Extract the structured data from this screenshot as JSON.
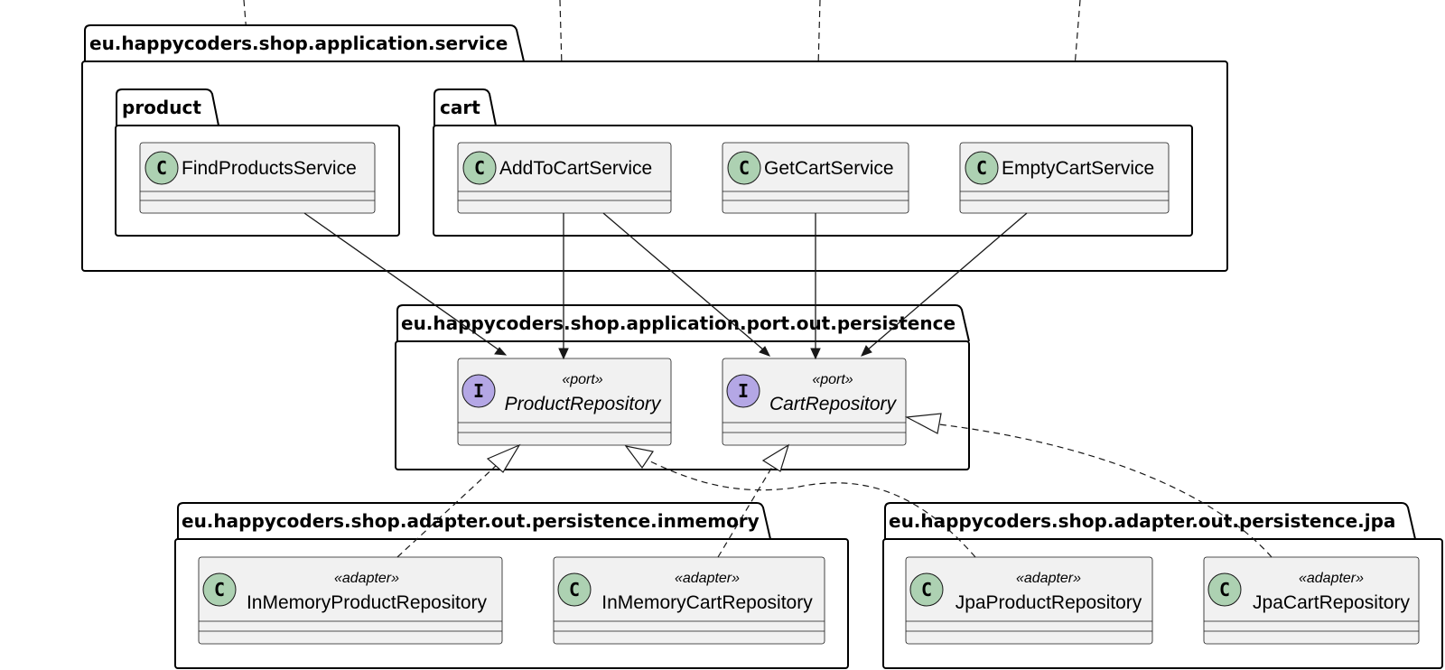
{
  "packages": {
    "service": "eu.happycoders.shop.application.service",
    "product": "product",
    "cart": "cart",
    "port": "eu.happycoders.shop.application.port.out.persistence",
    "inmemory": "eu.happycoders.shop.adapter.out.persistence.inmemory",
    "jpa": "eu.happycoders.shop.adapter.out.persistence.jpa"
  },
  "classes": {
    "find_products": "FindProductsService",
    "add_to_cart": "AddToCartService",
    "get_cart": "GetCartService",
    "empty_cart": "EmptyCartService",
    "product_repo": "ProductRepository",
    "cart_repo": "CartRepository",
    "inmem_product_repo": "InMemoryProductRepository",
    "inmem_cart_repo": "InMemoryCartRepository",
    "jpa_product_repo": "JpaProductRepository",
    "jpa_cart_repo": "JpaCartRepository"
  },
  "stereotypes": {
    "port": "«port»",
    "adapter": "«adapter»"
  },
  "icons": {
    "class_letter": "C",
    "interface_letter": "I"
  },
  "colors": {
    "class_circle": "#add1b2",
    "interface_circle": "#b4a7e5",
    "box_fill": "#f1f1f1"
  }
}
